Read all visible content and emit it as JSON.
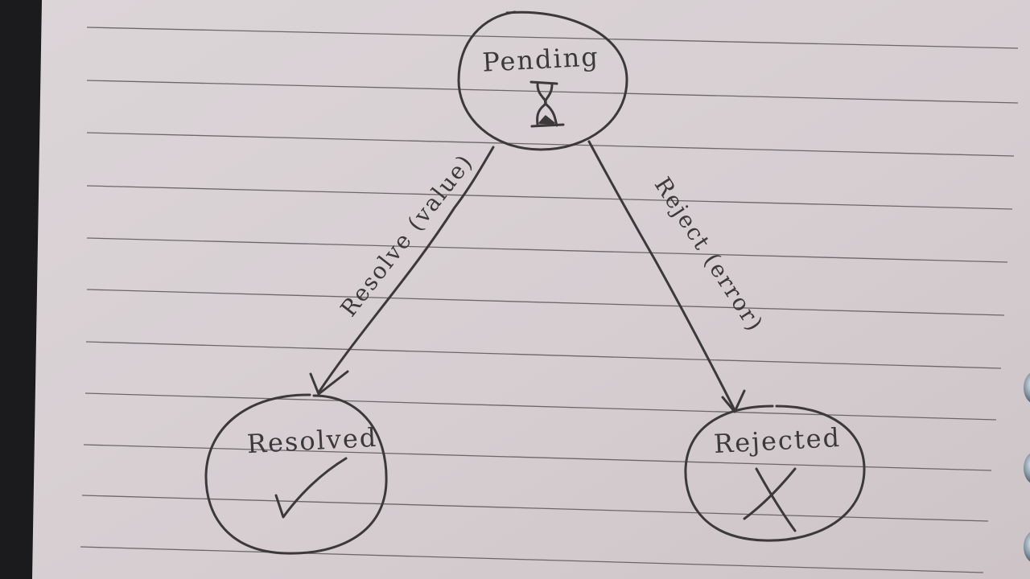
{
  "diagram": {
    "states": {
      "pending": {
        "label": "Pending",
        "icon": "hourglass-icon"
      },
      "resolved": {
        "label": "Resolved",
        "icon": "checkmark-icon"
      },
      "rejected": {
        "label": "Rejected",
        "icon": "cross-icon"
      }
    },
    "transitions": {
      "resolve": {
        "label": "Resolve (value)",
        "from": "pending",
        "to": "resolved"
      },
      "reject": {
        "label": "Reject (error)",
        "from": "pending",
        "to": "rejected"
      }
    }
  },
  "colors": {
    "ink": "#3c393b",
    "paper": "#d9d1d4",
    "rule": "#5a5657",
    "background": "#1b1a1c",
    "ring": "#8a9aa8"
  }
}
